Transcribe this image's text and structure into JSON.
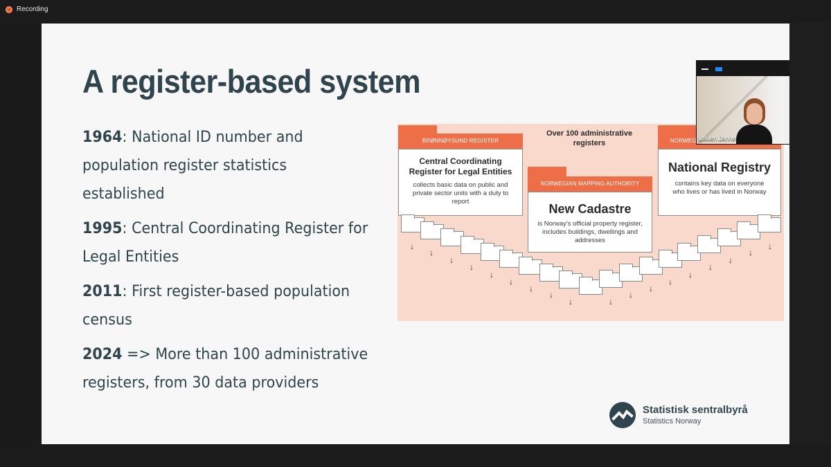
{
  "recording": {
    "label": "Recording"
  },
  "slide": {
    "title": "A register-based system",
    "bullets": [
      {
        "year": "1964",
        "text": ": National ID number and population register statistics established"
      },
      {
        "year": "1995",
        "text": ": Central Coordinating Register for Legal Entities"
      },
      {
        "year": "2011",
        "text": ": First register-based population census"
      },
      {
        "year": "2024",
        "text": " => More than 100 administrative registers, from 30 data providers"
      }
    ],
    "diagram": {
      "headline": "Over 100 administrative registers",
      "cards": [
        {
          "org": "BRØNNØYSUND REGISTER",
          "title": "Central Coordinating Register for Legal Entities",
          "description": "collects basic data on public and private sector units with a duty to report"
        },
        {
          "org": "NORWEGIAN MAPPING AUTHORITY",
          "title": "New Cadastre",
          "description": "is Norway's official property register, includes buildings, dwellings and addresses"
        },
        {
          "org": "NORWEGIAN TAX ADMINISTRATION",
          "title": "National Registry",
          "description": "contains key data on everyone who lives or has lived in Norway"
        }
      ]
    },
    "logo": {
      "name": "Statistisk sentralbyrå",
      "subtitle": "Statistics Norway"
    }
  },
  "video": {
    "participant": "Utkilen Janne"
  },
  "colors": {
    "slide_background": "#f6f7f6",
    "title": "#2f444c",
    "accent_orange": "#ee6f47",
    "diagram_background": "#f8d9cc",
    "recording_red": "#e25b2b"
  },
  "icons": {
    "recording": "recording-icon",
    "logo": "statistics-norway-logo-icon",
    "folder": "folder-icon",
    "down_arrow": "down-arrow-icon"
  }
}
